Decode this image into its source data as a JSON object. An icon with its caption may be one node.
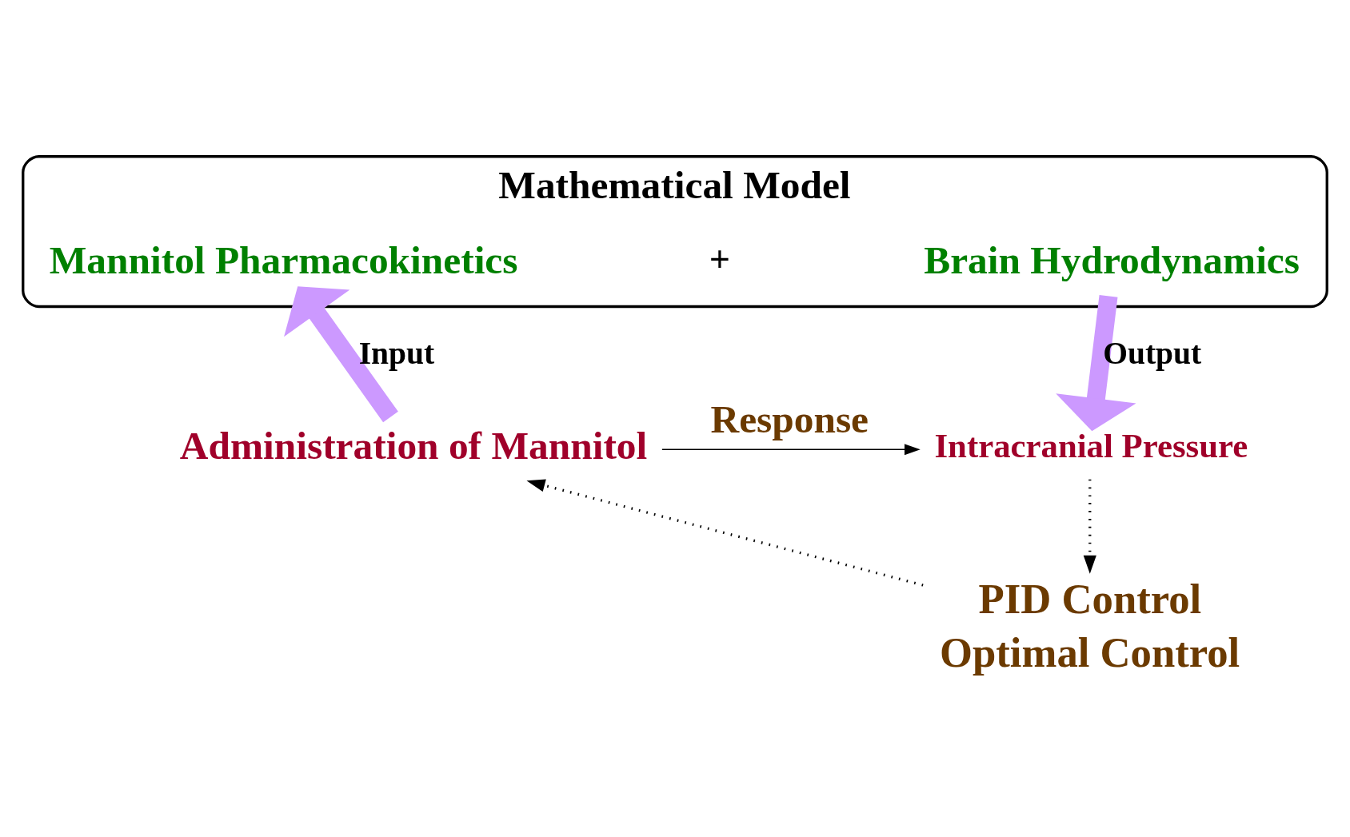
{
  "diagram": {
    "nodes": [
      {
        "text": [
          "Mathematical Model"
        ]
      },
      {
        "text": [
          "Mannitol Pharmacokinetics"
        ],
        "in": 0
      },
      {
        "text": [
          "Brain Hydrodynamics"
        ],
        "in": 0
      },
      {
        "text": [
          "Administration of Mannitol"
        ]
      },
      {
        "text": [
          "Intracranial Pressure"
        ]
      },
      {
        "text": [
          "PID Control",
          "Optimal Control"
        ]
      }
    ],
    "edges": [
      {
        "from": 3,
        "to": 1,
        "arrow": "to",
        "label": "Input",
        "style": "thick",
        "color": "#cc99ff"
      },
      {
        "from": 2,
        "to": 4,
        "arrow": "to",
        "label": "Output",
        "style": "thick",
        "color": "#cc99ff"
      },
      {
        "from": 3,
        "to": 4,
        "arrow": "to",
        "label": "Response"
      },
      {
        "from": 4,
        "to": 5,
        "arrow": "to",
        "style": "dashed"
      },
      {
        "from": 5,
        "to": 3,
        "arrow": "to",
        "style": "dashed"
      }
    ],
    "labels": [
      "+"
    ]
  }
}
